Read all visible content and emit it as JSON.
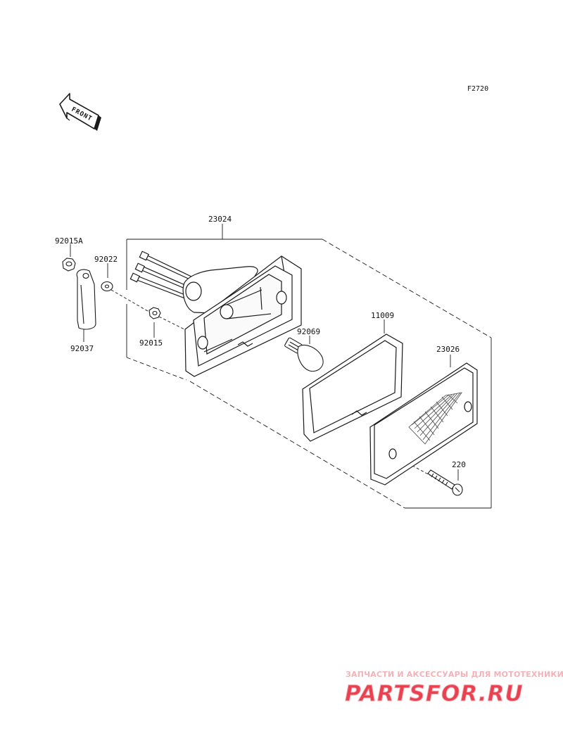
{
  "figure_code": "F2720",
  "front_indicator": "FRONT",
  "part_labels": {
    "p23024": "23024",
    "p92015A": "92015A",
    "p92022": "92022",
    "p92037": "92037",
    "p92015": "92015",
    "p92069": "92069",
    "p11009": "11009",
    "p23026": "23026",
    "p220": "220"
  },
  "watermark": {
    "subtitle": "ЗАПЧАСТИ И АКСЕССУАРЫ ДЛЯ МОТОТЕХНИКИ",
    "brand": "PARTSFOR.RU",
    "color_primary": "#e8414f",
    "color_light": "#f2b2b8"
  },
  "colors": {
    "line": "#1a1a1a",
    "lens_hatch": "#444444",
    "background": "#ffffff"
  }
}
